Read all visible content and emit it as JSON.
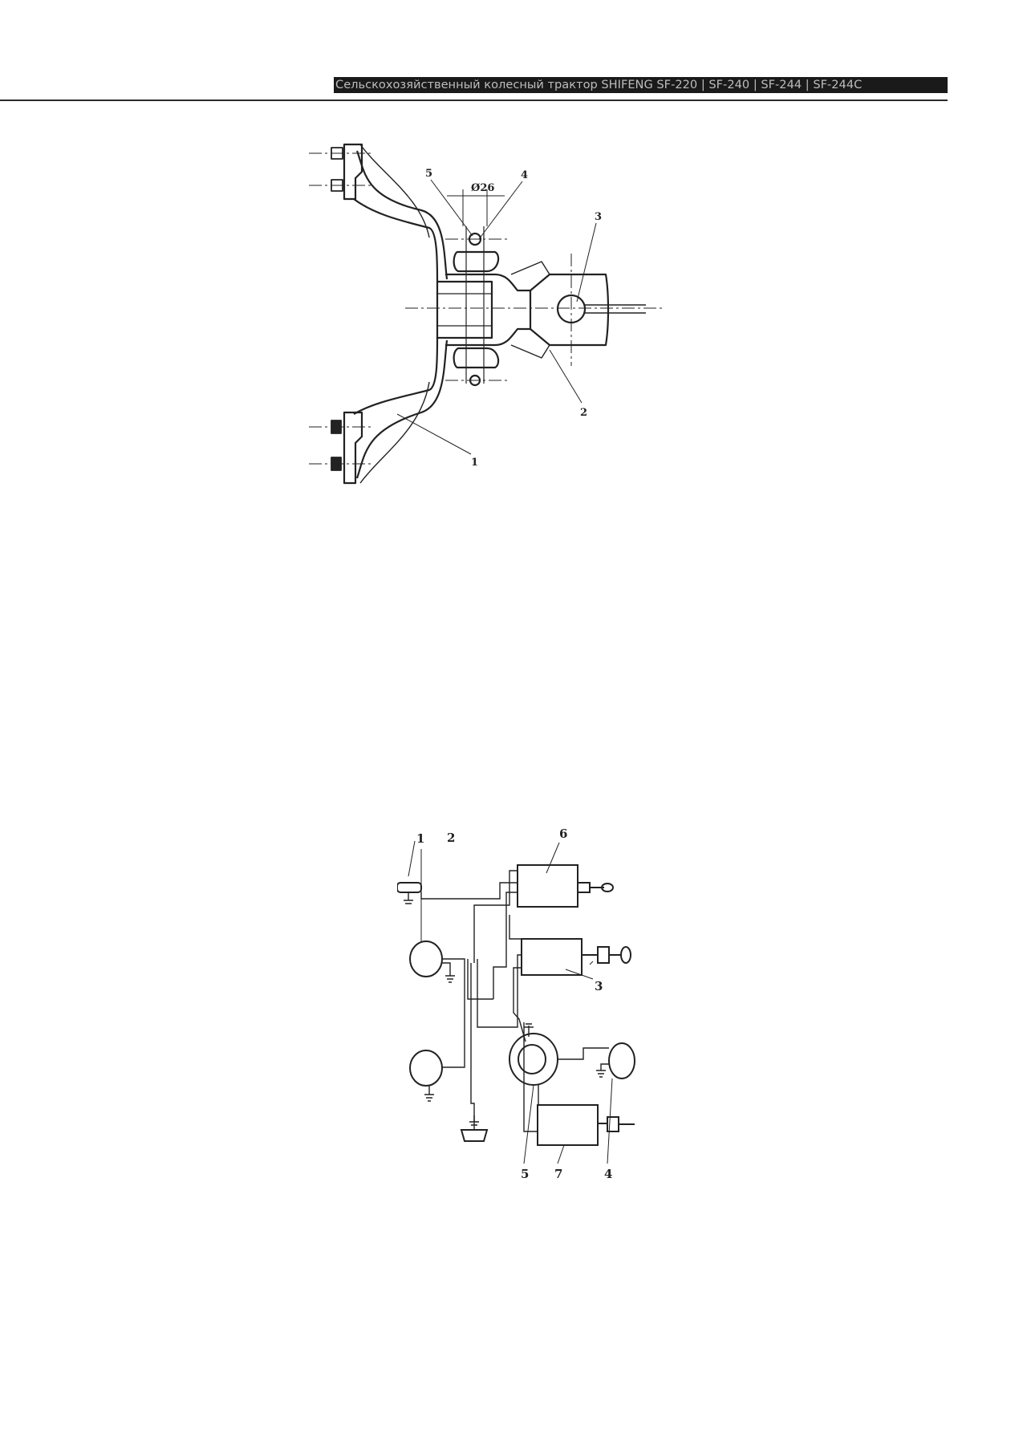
{
  "header": {
    "title": "Сельскохозяйственный колесный трактор SHIFENG SF-220 | SF-240 | SF-244 | SF-244C"
  },
  "figure1": {
    "callouts": {
      "c1": "1",
      "c2": "2",
      "c3": "3",
      "c4": "4",
      "c5": "5"
    },
    "dimension": "Ø26"
  },
  "figure2": {
    "callouts": {
      "c1": "1",
      "c2": "2",
      "c3": "3",
      "c4": "4",
      "c5": "5",
      "c6": "6",
      "c7": "7"
    }
  }
}
